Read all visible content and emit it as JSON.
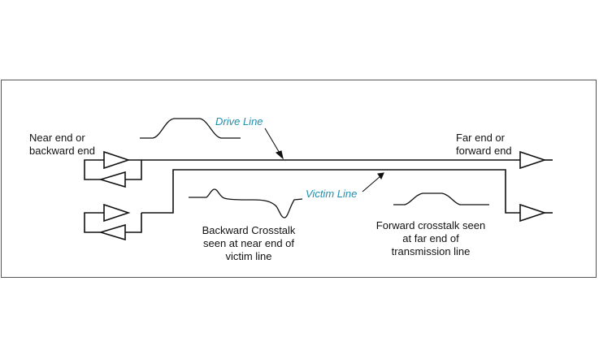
{
  "labels": {
    "near_end": [
      "Near end or",
      "backward end"
    ],
    "far_end": [
      "Far end or",
      "forward end"
    ],
    "drive_line": "Drive Line",
    "victim_line": "Victim Line",
    "backward_crosstalk": [
      "Backward Crosstalk",
      "seen at near end of",
      "victim line"
    ],
    "forward_crosstalk": [
      "Forward crosstalk seen",
      "at far end of",
      "transmission line"
    ]
  },
  "colors": {
    "line": "#111111",
    "accent": "#1f8fb0",
    "frame": "#555555"
  }
}
